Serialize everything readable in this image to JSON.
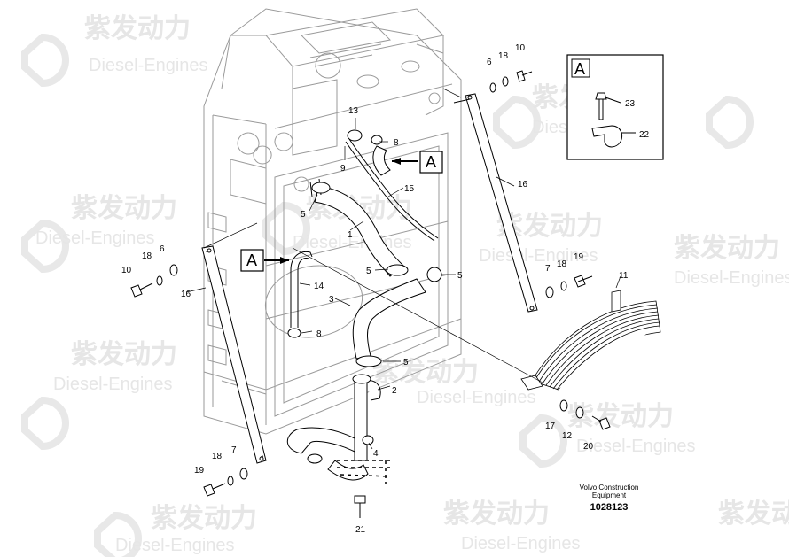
{
  "watermark": {
    "cn": "紫发动力",
    "en": "Diesel-Engines"
  },
  "detail_box": {
    "label": "A"
  },
  "view_labels": [
    "A",
    "A"
  ],
  "callouts": [
    "1",
    "2",
    "3",
    "4",
    "5",
    "5",
    "5",
    "5",
    "6",
    "6",
    "7",
    "7",
    "8",
    "8",
    "9",
    "10",
    "10",
    "11",
    "12",
    "13",
    "14",
    "15",
    "16",
    "16",
    "17",
    "18",
    "18",
    "18",
    "19",
    "19",
    "20",
    "21",
    "22",
    "23"
  ],
  "caption": {
    "line1": "Volvo Construction",
    "line2": "Equipment",
    "doc_number": "1028123"
  }
}
